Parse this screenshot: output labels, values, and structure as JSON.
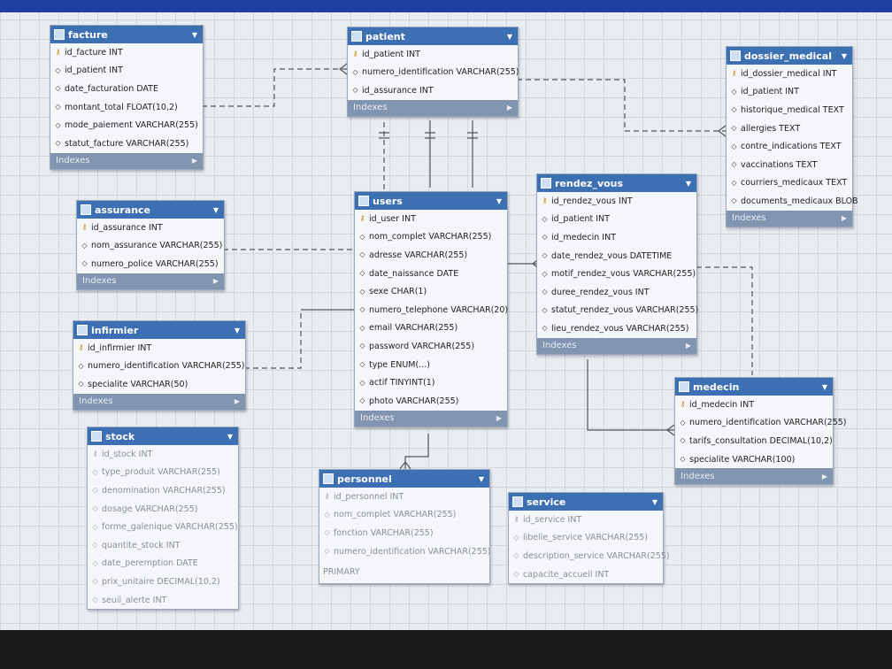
{
  "footer_label": "Indexes",
  "tables": {
    "facture": {
      "title": "facture",
      "columns": [
        {
          "key": true,
          "text": "id_facture INT"
        },
        {
          "key": false,
          "text": "id_patient INT"
        },
        {
          "key": false,
          "text": "date_facturation DATE"
        },
        {
          "key": false,
          "text": "montant_total FLOAT(10,2)"
        },
        {
          "key": false,
          "text": "mode_paiement VARCHAR(255)"
        },
        {
          "key": false,
          "text": "statut_facture VARCHAR(255)"
        }
      ]
    },
    "patient": {
      "title": "patient",
      "columns": [
        {
          "key": true,
          "text": "id_patient INT"
        },
        {
          "key": false,
          "text": "numero_identification VARCHAR(255)"
        },
        {
          "key": false,
          "text": "id_assurance INT"
        }
      ]
    },
    "dossier": {
      "title": "dossier_medical",
      "columns": [
        {
          "key": true,
          "text": "id_dossier_medical INT"
        },
        {
          "key": false,
          "text": "id_patient INT"
        },
        {
          "key": false,
          "text": "historique_medical TEXT"
        },
        {
          "key": false,
          "text": "allergies TEXT"
        },
        {
          "key": false,
          "text": "contre_indications TEXT"
        },
        {
          "key": false,
          "text": "vaccinations TEXT"
        },
        {
          "key": false,
          "text": "courriers_medicaux TEXT"
        },
        {
          "key": false,
          "text": "documents_medicaux BLOB"
        }
      ]
    },
    "rdv": {
      "title": "rendez_vous",
      "columns": [
        {
          "key": true,
          "text": "id_rendez_vous INT"
        },
        {
          "key": false,
          "text": "id_patient INT"
        },
        {
          "key": false,
          "text": "id_medecin INT"
        },
        {
          "key": false,
          "text": "date_rendez_vous DATETIME"
        },
        {
          "key": false,
          "text": "motif_rendez_vous VARCHAR(255)"
        },
        {
          "key": false,
          "text": "duree_rendez_vous INT"
        },
        {
          "key": false,
          "text": "statut_rendez_vous VARCHAR(255)"
        },
        {
          "key": false,
          "text": "lieu_rendez_vous VARCHAR(255)"
        }
      ]
    },
    "users": {
      "title": "users",
      "columns": [
        {
          "key": true,
          "text": "id_user INT"
        },
        {
          "key": false,
          "text": "nom_complet VARCHAR(255)"
        },
        {
          "key": false,
          "text": "adresse VARCHAR(255)"
        },
        {
          "key": false,
          "text": "date_naissance DATE"
        },
        {
          "key": false,
          "text": "sexe CHAR(1)"
        },
        {
          "key": false,
          "text": "numero_telephone VARCHAR(20)"
        },
        {
          "key": false,
          "text": "email VARCHAR(255)"
        },
        {
          "key": false,
          "text": "password VARCHAR(255)"
        },
        {
          "key": false,
          "text": "type ENUM(...)"
        },
        {
          "key": false,
          "text": "actif TINYINT(1)"
        },
        {
          "key": false,
          "text": "photo VARCHAR(255)"
        }
      ]
    },
    "assurance": {
      "title": "assurance",
      "columns": [
        {
          "key": true,
          "text": "id_assurance INT"
        },
        {
          "key": false,
          "text": "nom_assurance VARCHAR(255)"
        },
        {
          "key": false,
          "text": "numero_police VARCHAR(255)"
        }
      ]
    },
    "infirmier": {
      "title": "infirmier",
      "columns": [
        {
          "key": true,
          "text": "id_infirmier INT"
        },
        {
          "key": false,
          "text": "numero_identification VARCHAR(255)"
        },
        {
          "key": false,
          "text": "specialite VARCHAR(50)"
        }
      ]
    },
    "medecin": {
      "title": "medecin",
      "columns": [
        {
          "key": true,
          "text": "id_medecin INT"
        },
        {
          "key": false,
          "text": "numero_identification VARCHAR(255)"
        },
        {
          "key": false,
          "text": "tarifs_consultation DECIMAL(10,2)"
        },
        {
          "key": false,
          "text": "specialite VARCHAR(100)"
        }
      ]
    },
    "stock": {
      "title": "stock",
      "columns": [
        {
          "key": true,
          "text": "id_stock INT"
        },
        {
          "key": false,
          "text": "type_produit VARCHAR(255)"
        },
        {
          "key": false,
          "text": "denomination VARCHAR(255)"
        },
        {
          "key": false,
          "text": "dosage VARCHAR(255)"
        },
        {
          "key": false,
          "text": "forme_galenique VARCHAR(255)"
        },
        {
          "key": false,
          "text": "quantite_stock INT"
        },
        {
          "key": false,
          "text": "date_peremption DATE"
        },
        {
          "key": false,
          "text": "prix_unitaire DECIMAL(10,2)"
        },
        {
          "key": false,
          "text": "seuil_alerte INT"
        }
      ]
    },
    "personnel": {
      "title": "personnel",
      "footer": "PRIMARY",
      "columns": [
        {
          "key": true,
          "text": "id_personnel INT"
        },
        {
          "key": false,
          "text": "nom_complet VARCHAR(255)"
        },
        {
          "key": false,
          "text": "fonction VARCHAR(255)"
        },
        {
          "key": false,
          "text": "numero_identification VARCHAR(255)"
        }
      ]
    },
    "service": {
      "title": "service",
      "columns": [
        {
          "key": true,
          "text": "id_service INT"
        },
        {
          "key": false,
          "text": "libelle_service VARCHAR(255)"
        },
        {
          "key": false,
          "text": "description_service VARCHAR(255)"
        },
        {
          "key": false,
          "text": "capacite_accueil INT"
        }
      ]
    }
  }
}
